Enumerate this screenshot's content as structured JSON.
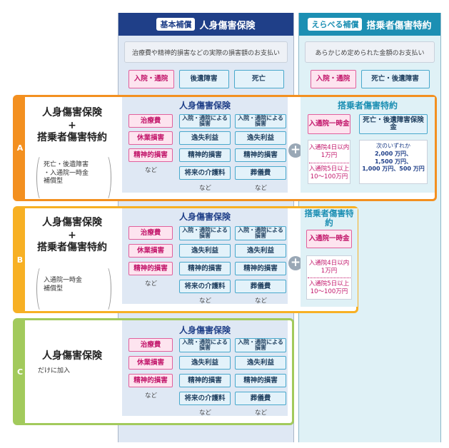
{
  "columns": {
    "basic": {
      "badge": "基本補償",
      "title": "人身傷害保険",
      "desc": "治療費や精神的損害などの実際の損害額のお支払い",
      "tags": [
        "入院・通院",
        "後遺障害",
        "死亡"
      ]
    },
    "optional": {
      "badge": "えらべる補償",
      "title": "搭乗者傷害特約",
      "desc": "あらかじめ定められた金額のお支払い",
      "tags": [
        "入院・通院",
        "死亡・後遺障害"
      ]
    }
  },
  "injury_panel": {
    "title": "人身傷害保険",
    "pink": [
      "治療費",
      "休業損害",
      "精神的損害"
    ],
    "blue_col1": [
      "入院・通院による損害",
      "逸失利益",
      "精神的損害",
      "将来の介護料"
    ],
    "blue_col2": [
      "入院・通院による損害",
      "逸失利益",
      "精神的損害",
      "葬儀費"
    ],
    "nado": "など"
  },
  "plans": [
    {
      "letter": "A",
      "title_line1": "人身傷害保険",
      "plus": "+",
      "title_line2": "搭乗者傷害特約",
      "note": [
        "死亡・後遺障害",
        "・入通院一時金",
        "補償型"
      ],
      "option": {
        "title": "搭乗者傷害特約",
        "tag1": "入通院一時金",
        "tag2": "死亡・後遺障害保険金",
        "text1": [
          "入通院4日以内",
          "1万円"
        ],
        "text2": [
          "入通院5日以上",
          "10～100万円"
        ],
        "text3": [
          "次のいずれか",
          "2,000 万円、",
          "1,500 万円、",
          "1,000 万円、500 万円"
        ]
      }
    },
    {
      "letter": "B",
      "title_line1": "人身傷害保険",
      "plus": "+",
      "title_line2": "搭乗者傷害特約",
      "note": [
        "入通院一時金",
        "補償型"
      ],
      "option": {
        "title": "搭乗者傷害特約",
        "tag1": "入通院一時金",
        "text1": [
          "入通院4日以内",
          "1万円"
        ],
        "text2": [
          "入通院5日以上",
          "10～100万円"
        ]
      }
    },
    {
      "letter": "C",
      "title": "人身傷害保険",
      "note": "だけに加入"
    }
  ],
  "plus_sign": "+"
}
